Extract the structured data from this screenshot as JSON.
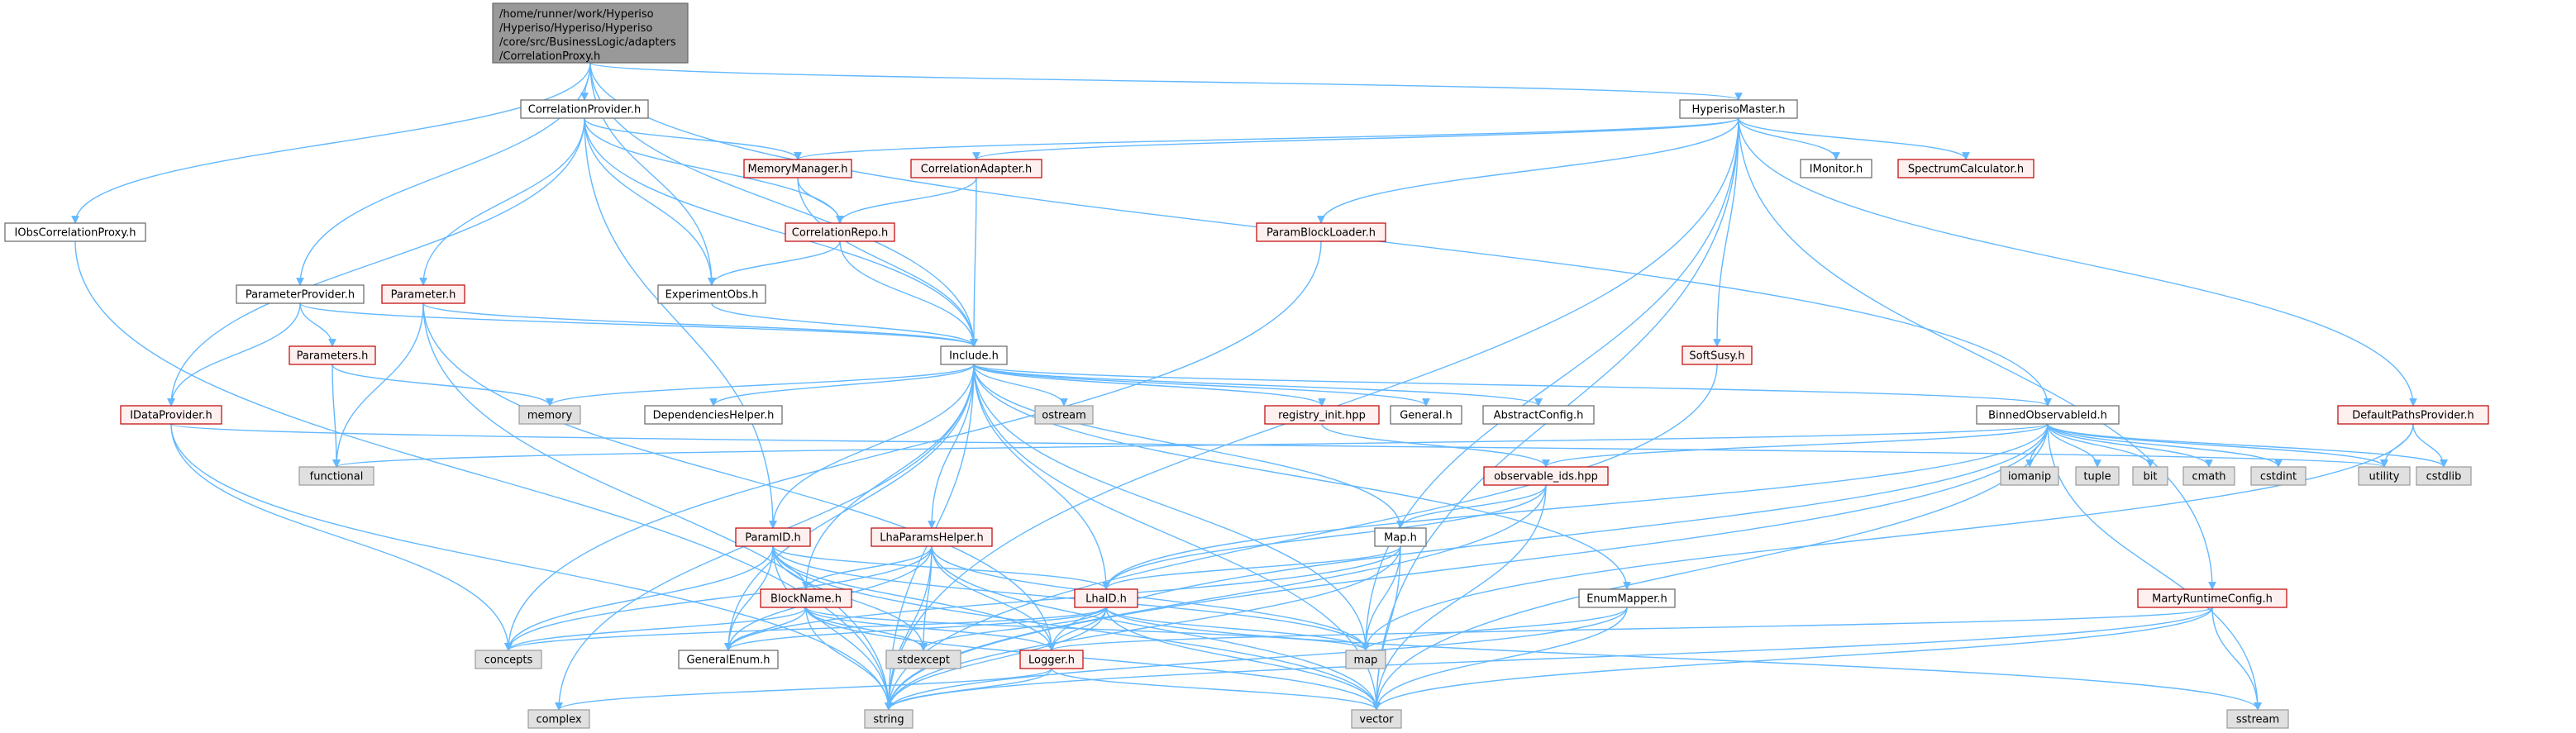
{
  "diagram": {
    "title_node": {
      "lines": [
        "/home/runner/work/Hyperiso",
        "/Hyperiso/Hyperiso/Hyperiso",
        "/core/src/BusinessLogic/adapters",
        "/CorrelationProxy.h"
      ]
    },
    "nodes": [
      {
        "id": "correlation-provider",
        "label": "CorrelationProvider.h",
        "kind": "normal"
      },
      {
        "id": "hyperiso-master",
        "label": "HyperisoMaster.h",
        "kind": "normal"
      },
      {
        "id": "iobs-correlation-proxy",
        "label": "IObsCorrelationProxy.h",
        "kind": "normal"
      },
      {
        "id": "memory-manager",
        "label": "MemoryManager.h",
        "kind": "red"
      },
      {
        "id": "correlation-adapter",
        "label": "CorrelationAdapter.h",
        "kind": "red"
      },
      {
        "id": "imonitor",
        "label": "IMonitor.h",
        "kind": "normal"
      },
      {
        "id": "spectrum-calculator",
        "label": "SpectrumCalculator.h",
        "kind": "red"
      },
      {
        "id": "correlation-repo",
        "label": "CorrelationRepo.h",
        "kind": "red"
      },
      {
        "id": "param-block-loader",
        "label": "ParamBlockLoader.h",
        "kind": "red"
      },
      {
        "id": "parameter-provider",
        "label": "ParameterProvider.h",
        "kind": "normal"
      },
      {
        "id": "parameter",
        "label": "Parameter.h",
        "kind": "red"
      },
      {
        "id": "experiment-obs",
        "label": "ExperimentObs.h",
        "kind": "normal"
      },
      {
        "id": "soft-susy",
        "label": "SoftSusy.h",
        "kind": "red"
      },
      {
        "id": "parameters",
        "label": "Parameters.h",
        "kind": "red"
      },
      {
        "id": "include",
        "label": "Include.h",
        "kind": "normal"
      },
      {
        "id": "idata-provider",
        "label": "IDataProvider.h",
        "kind": "red"
      },
      {
        "id": "memory",
        "label": "memory",
        "kind": "system"
      },
      {
        "id": "dependencies-helper",
        "label": "DependenciesHelper.h",
        "kind": "normal"
      },
      {
        "id": "ostream",
        "label": "ostream",
        "kind": "system"
      },
      {
        "id": "registry-init",
        "label": "registry_init.hpp",
        "kind": "red"
      },
      {
        "id": "general",
        "label": "General.h",
        "kind": "normal"
      },
      {
        "id": "abstract-config",
        "label": "AbstractConfig.h",
        "kind": "normal"
      },
      {
        "id": "binned-observable-id",
        "label": "BinnedObservableId.h",
        "kind": "normal"
      },
      {
        "id": "default-paths-provider",
        "label": "DefaultPathsProvider.h",
        "kind": "red"
      },
      {
        "id": "functional",
        "label": "functional",
        "kind": "system"
      },
      {
        "id": "observable-ids",
        "label": "observable_ids.hpp",
        "kind": "red"
      },
      {
        "id": "iomanip",
        "label": "iomanip",
        "kind": "system"
      },
      {
        "id": "tuple",
        "label": "tuple",
        "kind": "system"
      },
      {
        "id": "bit",
        "label": "bit",
        "kind": "system"
      },
      {
        "id": "cmath",
        "label": "cmath",
        "kind": "system"
      },
      {
        "id": "cstdint",
        "label": "cstdint",
        "kind": "system"
      },
      {
        "id": "utility",
        "label": "utility",
        "kind": "system"
      },
      {
        "id": "cstdlib",
        "label": "cstdlib",
        "kind": "system"
      },
      {
        "id": "param-id",
        "label": "ParamID.h",
        "kind": "red"
      },
      {
        "id": "lha-params-helper",
        "label": "LhaParamsHelper.h",
        "kind": "red"
      },
      {
        "id": "map-h",
        "label": "Map.h",
        "kind": "normal"
      },
      {
        "id": "block-name",
        "label": "BlockName.h",
        "kind": "red"
      },
      {
        "id": "lha-id",
        "label": "LhaID.h",
        "kind": "red"
      },
      {
        "id": "enum-mapper",
        "label": "EnumMapper.h",
        "kind": "normal"
      },
      {
        "id": "marty-runtime-config",
        "label": "MartyRuntimeConfig.h",
        "kind": "red"
      },
      {
        "id": "concepts",
        "label": "concepts",
        "kind": "system"
      },
      {
        "id": "general-enum",
        "label": "GeneralEnum.h",
        "kind": "normal"
      },
      {
        "id": "stdexcept",
        "label": "stdexcept",
        "kind": "system"
      },
      {
        "id": "logger",
        "label": "Logger.h",
        "kind": "red"
      },
      {
        "id": "map",
        "label": "map",
        "kind": "system"
      },
      {
        "id": "complex",
        "label": "complex",
        "kind": "system"
      },
      {
        "id": "string",
        "label": "string",
        "kind": "system"
      },
      {
        "id": "vector",
        "label": "vector",
        "kind": "system"
      },
      {
        "id": "sstream",
        "label": "sstream",
        "kind": "system"
      }
    ],
    "edges": [
      [
        "root",
        "correlation-provider"
      ],
      [
        "root",
        "hyperiso-master"
      ],
      [
        "root",
        "iobs-correlation-proxy"
      ],
      [
        "root",
        "parameter-provider"
      ],
      [
        "root",
        "experiment-obs"
      ],
      [
        "root",
        "include"
      ],
      [
        "root",
        "binned-observable-id"
      ],
      [
        "correlation-provider",
        "memory-manager"
      ],
      [
        "correlation-provider",
        "correlation-repo"
      ],
      [
        "correlation-provider",
        "experiment-obs"
      ],
      [
        "correlation-provider",
        "parameter"
      ],
      [
        "correlation-provider",
        "idata-provider"
      ],
      [
        "correlation-provider",
        "include"
      ],
      [
        "correlation-provider",
        "param-id"
      ],
      [
        "hyperiso-master",
        "memory-manager"
      ],
      [
        "hyperiso-master",
        "correlation-adapter"
      ],
      [
        "hyperiso-master",
        "imonitor"
      ],
      [
        "hyperiso-master",
        "spectrum-calculator"
      ],
      [
        "hyperiso-master",
        "param-block-loader"
      ],
      [
        "hyperiso-master",
        "soft-susy"
      ],
      [
        "hyperiso-master",
        "default-paths-provider"
      ],
      [
        "hyperiso-master",
        "marty-runtime-config"
      ],
      [
        "hyperiso-master",
        "map"
      ],
      [
        "hyperiso-master",
        "string"
      ],
      [
        "hyperiso-master",
        "vector"
      ],
      [
        "iobs-correlation-proxy",
        "string"
      ],
      [
        "memory-manager",
        "correlation-repo"
      ],
      [
        "memory-manager",
        "include"
      ],
      [
        "correlation-adapter",
        "correlation-repo"
      ],
      [
        "correlation-adapter",
        "include"
      ],
      [
        "correlation-repo",
        "experiment-obs"
      ],
      [
        "correlation-repo",
        "include"
      ],
      [
        "param-block-loader",
        "concepts"
      ],
      [
        "parameter-provider",
        "parameters"
      ],
      [
        "parameter-provider",
        "idata-provider"
      ],
      [
        "parameter-provider",
        "include"
      ],
      [
        "parameter",
        "include"
      ],
      [
        "parameter",
        "functional"
      ],
      [
        "parameter",
        "string"
      ],
      [
        "parameter",
        "logger"
      ],
      [
        "experiment-obs",
        "include"
      ],
      [
        "soft-susy",
        "string"
      ],
      [
        "parameters",
        "functional"
      ],
      [
        "parameters",
        "memory"
      ],
      [
        "idata-provider",
        "utility"
      ],
      [
        "idata-provider",
        "string"
      ],
      [
        "idata-provider",
        "concepts"
      ],
      [
        "include",
        "memory"
      ],
      [
        "include",
        "dependencies-helper"
      ],
      [
        "include",
        "ostream"
      ],
      [
        "include",
        "registry-init"
      ],
      [
        "include",
        "general"
      ],
      [
        "include",
        "abstract-config"
      ],
      [
        "include",
        "binned-observable-id"
      ],
      [
        "include",
        "param-id"
      ],
      [
        "include",
        "lha-params-helper"
      ],
      [
        "include",
        "map-h"
      ],
      [
        "include",
        "block-name"
      ],
      [
        "include",
        "lha-id"
      ],
      [
        "include",
        "enum-mapper"
      ],
      [
        "include",
        "general-enum"
      ],
      [
        "include",
        "map"
      ],
      [
        "include",
        "vector"
      ],
      [
        "include",
        "complex"
      ],
      [
        "include",
        "string"
      ],
      [
        "registry-init",
        "observable-ids"
      ],
      [
        "binned-observable-id",
        "functional"
      ],
      [
        "binned-observable-id",
        "observable-ids"
      ],
      [
        "binned-observable-id",
        "iomanip"
      ],
      [
        "binned-observable-id",
        "tuple"
      ],
      [
        "binned-observable-id",
        "bit"
      ],
      [
        "binned-observable-id",
        "cmath"
      ],
      [
        "binned-observable-id",
        "cstdint"
      ],
      [
        "binned-observable-id",
        "utility"
      ],
      [
        "binned-observable-id",
        "cstdlib"
      ],
      [
        "binned-observable-id",
        "sstream"
      ],
      [
        "binned-observable-id",
        "vector"
      ],
      [
        "binned-observable-id",
        "string"
      ],
      [
        "binned-observable-id",
        "logger"
      ],
      [
        "binned-observable-id",
        "lha-id"
      ],
      [
        "default-paths-provider",
        "utility"
      ],
      [
        "default-paths-provider",
        "cstdlib"
      ],
      [
        "default-paths-provider",
        "map"
      ],
      [
        "observable-ids",
        "map-h"
      ],
      [
        "observable-ids",
        "lha-id"
      ],
      [
        "observable-ids",
        "string"
      ],
      [
        "observable-ids",
        "vector"
      ],
      [
        "param-id",
        "block-name"
      ],
      [
        "param-id",
        "lha-id"
      ],
      [
        "param-id",
        "concepts"
      ],
      [
        "param-id",
        "general-enum"
      ],
      [
        "param-id",
        "stdexcept"
      ],
      [
        "param-id",
        "logger"
      ],
      [
        "param-id",
        "map"
      ],
      [
        "param-id",
        "string"
      ],
      [
        "param-id",
        "vector"
      ],
      [
        "lha-params-helper",
        "block-name"
      ],
      [
        "lha-params-helper",
        "general-enum"
      ],
      [
        "lha-params-helper",
        "stdexcept"
      ],
      [
        "lha-params-helper",
        "logger"
      ],
      [
        "lha-params-helper",
        "map"
      ],
      [
        "lha-params-helper",
        "concepts"
      ],
      [
        "lha-params-helper",
        "string"
      ],
      [
        "lha-params-helper",
        "vector"
      ],
      [
        "map-h",
        "lha-id"
      ],
      [
        "map-h",
        "map"
      ],
      [
        "map-h",
        "vector"
      ],
      [
        "map-h",
        "string"
      ],
      [
        "map-h",
        "general-enum"
      ],
      [
        "block-name",
        "concepts"
      ],
      [
        "block-name",
        "general-enum"
      ],
      [
        "block-name",
        "stdexcept"
      ],
      [
        "block-name",
        "logger"
      ],
      [
        "block-name",
        "map"
      ],
      [
        "block-name",
        "string"
      ],
      [
        "block-name",
        "vector"
      ],
      [
        "lha-id",
        "concepts"
      ],
      [
        "lha-id",
        "general-enum"
      ],
      [
        "lha-id",
        "stdexcept"
      ],
      [
        "lha-id",
        "logger"
      ],
      [
        "lha-id",
        "map"
      ],
      [
        "lha-id",
        "string"
      ],
      [
        "lha-id",
        "vector"
      ],
      [
        "lha-id",
        "sstream"
      ],
      [
        "enum-mapper",
        "map"
      ],
      [
        "enum-mapper",
        "string"
      ],
      [
        "enum-mapper",
        "vector"
      ],
      [
        "marty-runtime-config",
        "logger"
      ],
      [
        "marty-runtime-config",
        "string"
      ],
      [
        "marty-runtime-config",
        "vector"
      ],
      [
        "marty-runtime-config",
        "sstream"
      ],
      [
        "logger",
        "string"
      ],
      [
        "logger",
        "vector"
      ],
      [
        "logger",
        "complex"
      ]
    ],
    "colors": {
      "root_fill": "#999999",
      "root_border": "#666666",
      "normal_fill": "#ffffff",
      "normal_border": "#666666",
      "red_fill": "#fff0f0",
      "red_border": "#bf0000",
      "system_fill": "#e0e0e0",
      "system_border": "#999999",
      "edge": "#63b8ff"
    }
  }
}
